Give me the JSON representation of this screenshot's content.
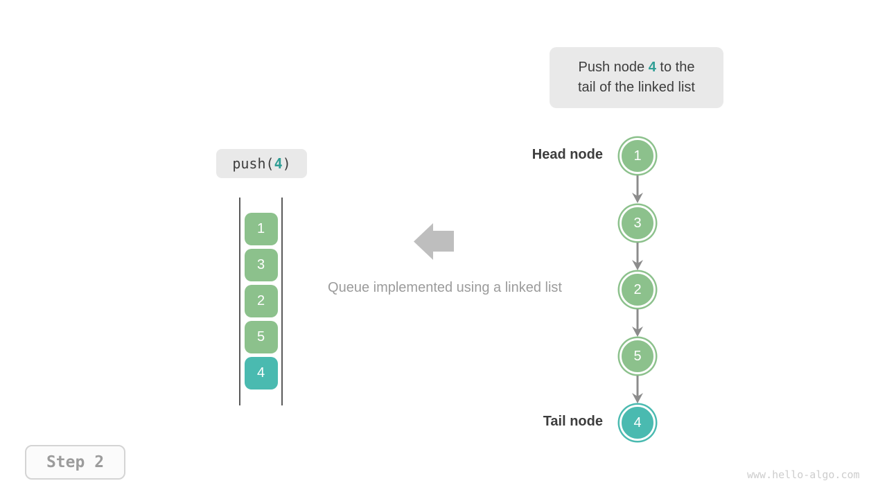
{
  "colors": {
    "node_green": "#8CC18C",
    "node_teal": "#4ABAB0",
    "highlight_text_teal": "#2F9E95",
    "callout_background": "#E9E9E9",
    "dark_text": "#3D3D3D",
    "muted_text": "#9B9B9B",
    "connector_gray": "#8C8C8C",
    "block_arrow_gray": "#BEBEBE",
    "watermark_gray": "#CDCDCD"
  },
  "callout": {
    "line1_pre": "Push node ",
    "line1_value": "4",
    "line1_post": " to the",
    "line2": "tail of the linked list"
  },
  "operation_label": {
    "pre": "push(",
    "value": "4",
    "post": ")"
  },
  "queue": {
    "items": [
      "1",
      "3",
      "2",
      "5",
      "4"
    ],
    "highlight_index": 4
  },
  "caption": "Queue implemented using a linked list",
  "linked_list": {
    "head_label": "Head node",
    "tail_label": "Tail node",
    "nodes": [
      "1",
      "3",
      "2",
      "5",
      "4"
    ],
    "highlight_index": 4
  },
  "step_badge": "Step 2",
  "watermark": "www.hello-algo.com"
}
